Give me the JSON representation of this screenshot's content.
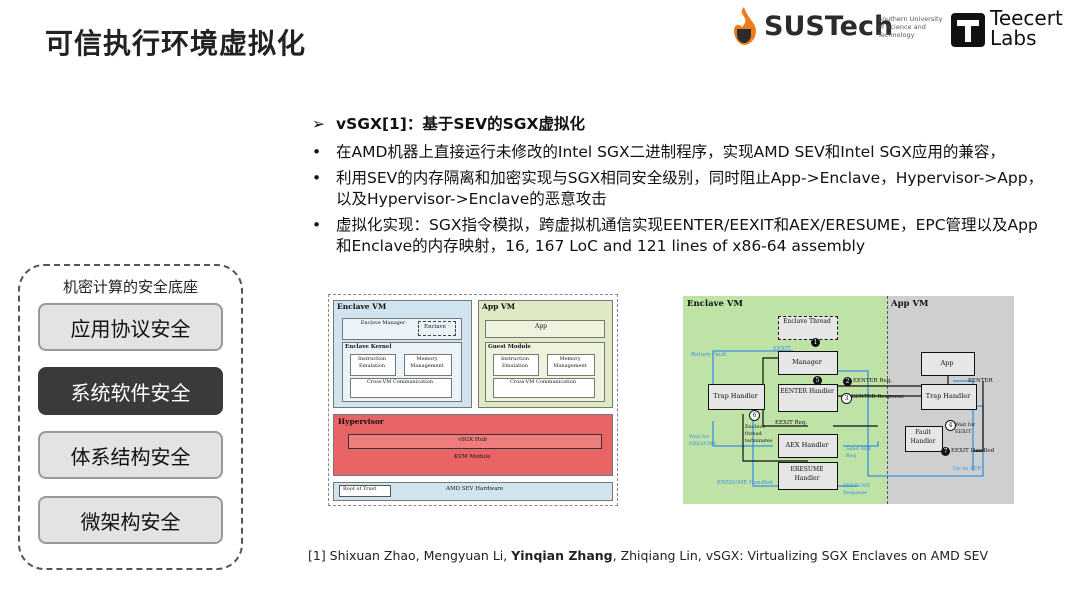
{
  "header": {
    "title": "可信执行环境虚拟化",
    "logo_sustech": "SUSTech",
    "logo_sustech_sub": "Southern University of Science and Technology",
    "logo_teecert": "Teecert Labs"
  },
  "sidebar": {
    "title": "机密计算的安全底座",
    "items": [
      {
        "label": "应用协议安全",
        "active": false
      },
      {
        "label": "系统软件安全",
        "active": true
      },
      {
        "label": "体系结构安全",
        "active": false
      },
      {
        "label": "微架构安全",
        "active": false
      }
    ]
  },
  "content": {
    "heading_marker": "➢",
    "heading": "vSGX[1]：基于SEV的SGX虚拟化",
    "bullet_marker": "•",
    "bullets": [
      "在AMD机器上直接运行未修改的Intel SGX二进制程序，实现AMD SEV和Intel SGX应用的兼容，",
      "利用SEV的内存隔离和加密实现与SGX相同安全级别，同时阻止App->Enclave，Hypervisor->App，以及Hypervisor->Enclave的恶意攻击",
      "虚拟化实现：SGX指令模拟，跨虚拟机通信实现EENTER/EEXIT和AEX/ERESUME，EPC管理以及App和Enclave的内存映射，16, 167 LoC and 121 lines of x86-64 assembly"
    ]
  },
  "left_figure": {
    "enclave_vm": "Enclave VM",
    "enclave_manager": "Enclave Manager",
    "enclave": "Enclave",
    "enclave_kernel": "Enclave Kernel",
    "instruction_emulation": "Instruction Emulation",
    "memory_management": "Memory Management",
    "cross_vm": "Cross-VM Communication",
    "app_vm": "App VM",
    "app": "App",
    "guest_module": "Guest Module",
    "instruction_emulation_2": "Instruction Emulation",
    "memory_management_2": "Memory Management",
    "cross_vm_2": "Cross-VM Communication",
    "hypervisor": "Hypervisor",
    "vsgx_hub": "vSGX Hub",
    "kvm_module": "KVM Module",
    "root_of_trust": "Root of Trust",
    "amd_sev_hardware": "AMD SEV Hardware"
  },
  "right_figure": {
    "enclave_vm": "Enclave VM",
    "app_vm": "App VM",
    "enclave_thread": "Enclave Thread",
    "manager": "Manager",
    "trap_handler": "Trap Handler",
    "eenter_handler": "EENTER Handler",
    "aex_handler": "AEX Handler",
    "eresume_handler": "ERESUME Handler",
    "app": "App",
    "trap_handler_2": "Trap Handler",
    "fault_handler": "Fault Handler",
    "labels": {
      "eexit": "EEXIT",
      "return_fault": "Return Fault",
      "eenter_req": "EENTER Req.",
      "eenter_response": "EENTER Response",
      "eexit_req": "EEXIT Req.",
      "enclave_thread_terminates": "Enclave thread terminates",
      "wait_for_eresume": "Wait for ERESUME",
      "send_aex_req": "Send AEX Req",
      "eresume_handled": "ERESUME Handled",
      "eresume_response": "ERESUME Response",
      "eenter": "EENTER",
      "wait_for_eexit": "Wait for EEXIT",
      "eexit_handled": "EEXIT Handled",
      "go_to_aep": "Go to AEP",
      "n1": "1",
      "n2": "2",
      "n3": "3",
      "n4": "4",
      "n5": "5",
      "n6": "6",
      "n7": "7"
    }
  },
  "reference": {
    "prefix": "[1] Shixuan Zhao, Mengyuan Li, ",
    "bold": "Yinqian Zhang",
    "suffix": ", Zhiqiang Lin, vSGX: Virtualizing SGX Enclaves on AMD SEV"
  },
  "colors": {
    "active_item": "#3a3a3a",
    "enclave_vm_bg": "#cfe4ef",
    "app_vm_bg": "#dfe9c4",
    "hypervisor_bg": "#e96565",
    "right_enclave_bg": "#bfe2a7",
    "right_app_bg": "#cfcfcf",
    "arrow_blue": "#3d8fe0"
  }
}
